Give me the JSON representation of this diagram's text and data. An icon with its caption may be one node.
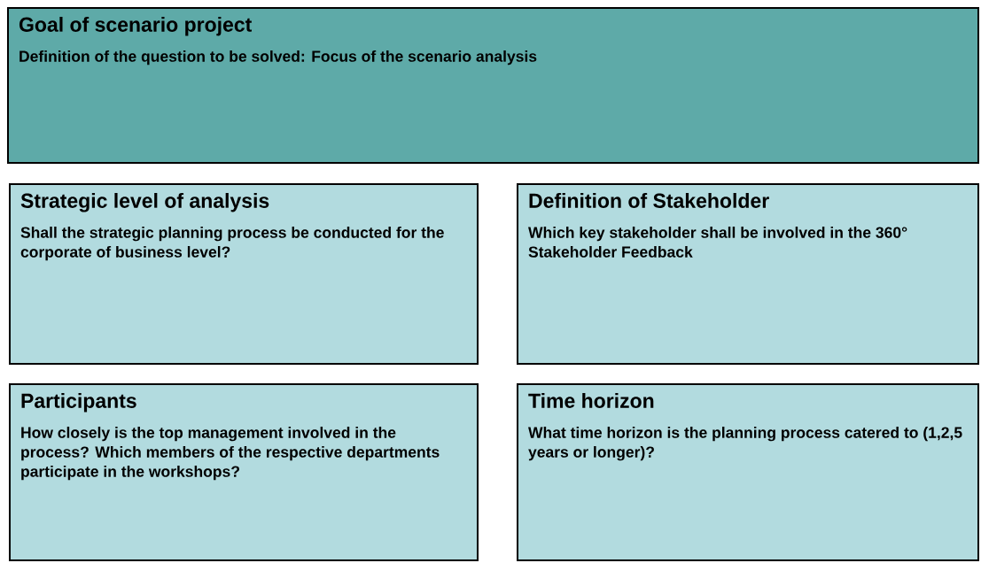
{
  "diagram": {
    "nodes": [
      {
        "text": [
          "Goal of scenario project",
          "Definition of the question to be solved: Focus of the scenario analysis"
        ]
      },
      {
        "text": [
          "Strategic level of analysis",
          "Shall the strategic planning process be conducted for the corporate of business level?"
        ]
      },
      {
        "text": [
          "Definition of Stakeholder",
          "Which key stakeholder shall be involved in the 360° Stakeholder Feedback"
        ]
      },
      {
        "text": [
          "Participants",
          "How closely is the top management involved in the process? Which members of the respective departments participate in the workshops?"
        ]
      },
      {
        "text": [
          "Time horizon",
          "What time horizon is the planning process catered to (1,2,5 years or longer)?"
        ]
      }
    ]
  }
}
